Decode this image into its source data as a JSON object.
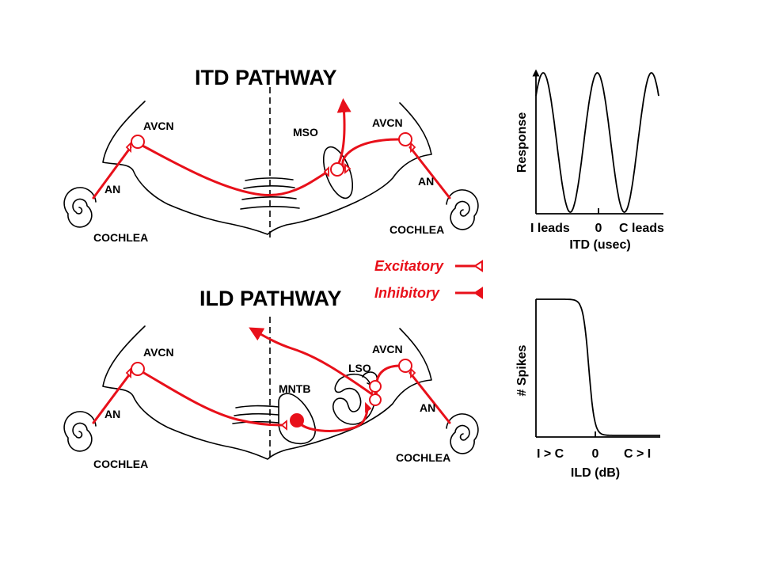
{
  "itd": {
    "title": "ITD PATHWAY",
    "labels": {
      "avcn_left": "AVCN",
      "avcn_right": "AVCN",
      "an_left": "AN",
      "an_right": "AN",
      "cochlea_left": "COCHLEA",
      "cochlea_right": "COCHLEA",
      "mso": "MSO"
    }
  },
  "ild": {
    "title": "ILD PATHWAY",
    "labels": {
      "avcn_left": "AVCN",
      "avcn_right": "AVCN",
      "an_left": "AN",
      "an_right": "AN",
      "cochlea_left": "COCHLEA",
      "cochlea_right": "COCHLEA",
      "lso": "LSO",
      "mntb": "MNTB"
    }
  },
  "legend": {
    "excitatory": "Excitatory",
    "inhibitory": "Inhibitory",
    "color": "#e8101a"
  },
  "chart_data": [
    {
      "type": "line",
      "ylabel": "Response",
      "xlabel": "ITD (usec)",
      "tick_labels": [
        "I leads",
        "0",
        "C leads"
      ],
      "series": [
        {
          "shape": "periodic",
          "x": [
            -1.7,
            -1.5,
            -1.0,
            -0.5,
            0.0,
            0.5,
            1.0,
            1.5,
            1.7
          ],
          "y": [
            0.65,
            1.0,
            0.0,
            0.0,
            1.0,
            0.0,
            0.0,
            1.0,
            0.75
          ],
          "peaks_at": [
            -1.5,
            0.0,
            1.5
          ],
          "troughs_at": [
            -0.75,
            0.75
          ]
        }
      ]
    },
    {
      "type": "line",
      "ylabel": "# Spikes",
      "xlabel": "ILD (dB)",
      "tick_labels": [
        "I > C",
        "0",
        "C > I"
      ],
      "series": [
        {
          "shape": "sigmoid",
          "x": [
            -1.0,
            -0.6,
            -0.4,
            -0.25,
            -0.15,
            0.0,
            0.2,
            1.0
          ],
          "y": [
            1.0,
            0.99,
            0.95,
            0.8,
            0.5,
            0.05,
            0.0,
            0.0
          ]
        }
      ]
    }
  ]
}
